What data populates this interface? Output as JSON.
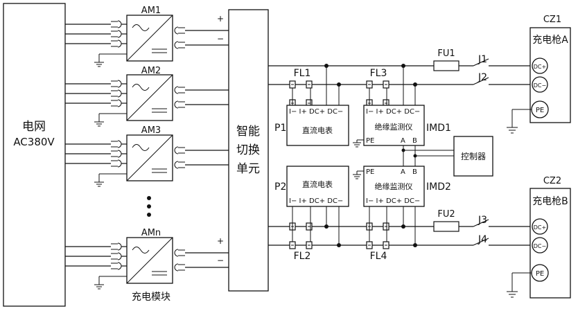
{
  "grid": {
    "line1": "电网",
    "line2": "AC380V"
  },
  "modules": {
    "labels": [
      "AM1",
      "AM2",
      "AM3",
      "AMn"
    ],
    "caption": "充电模块",
    "plus": "+",
    "minus": "−"
  },
  "switch_unit": {
    "line1": "智能",
    "line2": "切换",
    "line3": "单元"
  },
  "filters": {
    "fl1": "FL1",
    "fl2": "FL2",
    "fl3": "FL3",
    "fl4": "FL4"
  },
  "meters": {
    "p1": "P1",
    "p2": "P2",
    "name": "直流电表",
    "terminals": "I−  I+ DC+ DC−"
  },
  "imd": {
    "imd1": "IMD1",
    "imd2": "IMD2",
    "name": "绝缘监测仪",
    "terminals": "I−  I+ DC+ DC−",
    "pe": "PE",
    "a": "A",
    "b": "B"
  },
  "controller": "控制器",
  "fuses": {
    "fu1": "FU1",
    "fu2": "FU2"
  },
  "contactors": {
    "j1": "J1",
    "j2": "J2",
    "j3": "J3",
    "j4": "J4"
  },
  "guns": {
    "cz1": "CZ1",
    "cz1_name": "充电枪A",
    "cz2": "CZ2",
    "cz2_name": "充电枪B",
    "dcp": "DC+",
    "dcn": "DC−",
    "pe": "PE"
  }
}
